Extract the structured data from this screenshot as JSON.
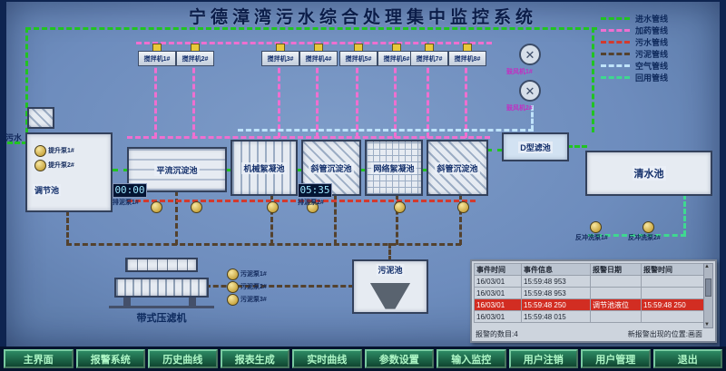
{
  "title": "宁德漳湾污水综合处理集中监控系统",
  "inlet_label": "污水",
  "legend": {
    "items": [
      {
        "label": "进水管线",
        "color": "#21c421"
      },
      {
        "label": "加药管线",
        "color": "#ef6fd0"
      },
      {
        "label": "污水管线",
        "color": "#d23a2e"
      },
      {
        "label": "污泥管线",
        "color": "#54422e"
      },
      {
        "label": "空气管线",
        "color": "#bfe3fa"
      },
      {
        "label": "回用管线",
        "color": "#3fd890"
      }
    ]
  },
  "mixers": [
    {
      "label": "搅拌机1#"
    },
    {
      "label": "搅拌机2#"
    },
    {
      "label": "搅拌机3#"
    },
    {
      "label": "搅拌机4#"
    },
    {
      "label": "搅拌机5#"
    },
    {
      "label": "搅拌机6#"
    },
    {
      "label": "搅拌机7#"
    },
    {
      "label": "搅拌机8#"
    }
  ],
  "blowers": [
    {
      "label": "鼓风机1#"
    },
    {
      "label": "鼓风机2#"
    }
  ],
  "tanks": {
    "tiaojiechi": "调节池",
    "pingliu": "平流沉淀池",
    "jixie": "机械絮凝池",
    "xieguan1": "斜管沉淀池",
    "wangge": "网络絮凝池",
    "xieguan2": "斜管沉淀池",
    "dlv": "D型滤池",
    "qingshui": "清水池",
    "wuni": "污泥池",
    "yalv": "带式压滤机"
  },
  "pumps": {
    "tisheng1": "提升泵1#",
    "tisheng2": "提升泵2#",
    "paini1": "排泥泵1#",
    "paini2": "排泥泵2#",
    "wuni1": "污泥泵1#",
    "wuni2": "污泥泵2#",
    "wuni3": "污泥泵3#",
    "fanchong1": "反冲洗泵1#",
    "fanchong2": "反冲洗泵2#"
  },
  "timers": {
    "timer1": "00:00",
    "timer2": "05:35"
  },
  "alarms": {
    "headers": [
      "事件时间",
      "事件信息",
      "报警日期",
      "报警时间"
    ],
    "rows": [
      {
        "date": "16/03/01",
        "time": "15:59:48 953",
        "msg": "",
        "atime": ""
      },
      {
        "date": "16/03/01",
        "time": "15:59:48 953",
        "msg": "",
        "atime": ""
      },
      {
        "date": "16/03/01",
        "time": "15:59:48 250",
        "msg": "调节池液位",
        "atime": "15:59:48 250"
      },
      {
        "date": "16/03/01",
        "time": "15:59:48 015",
        "msg": "",
        "atime": ""
      }
    ],
    "count_text": "报警的数目:4",
    "position_text": "新报警出现的位置:画面"
  },
  "nav": {
    "buttons": [
      {
        "label": "主界面"
      },
      {
        "label": "报警系统"
      },
      {
        "label": "历史曲线"
      },
      {
        "label": "报表生成"
      },
      {
        "label": "实时曲线"
      },
      {
        "label": "参数设置"
      },
      {
        "label": "输入监控"
      },
      {
        "label": "用户注销"
      },
      {
        "label": "用户管理"
      },
      {
        "label": "退出"
      }
    ]
  }
}
